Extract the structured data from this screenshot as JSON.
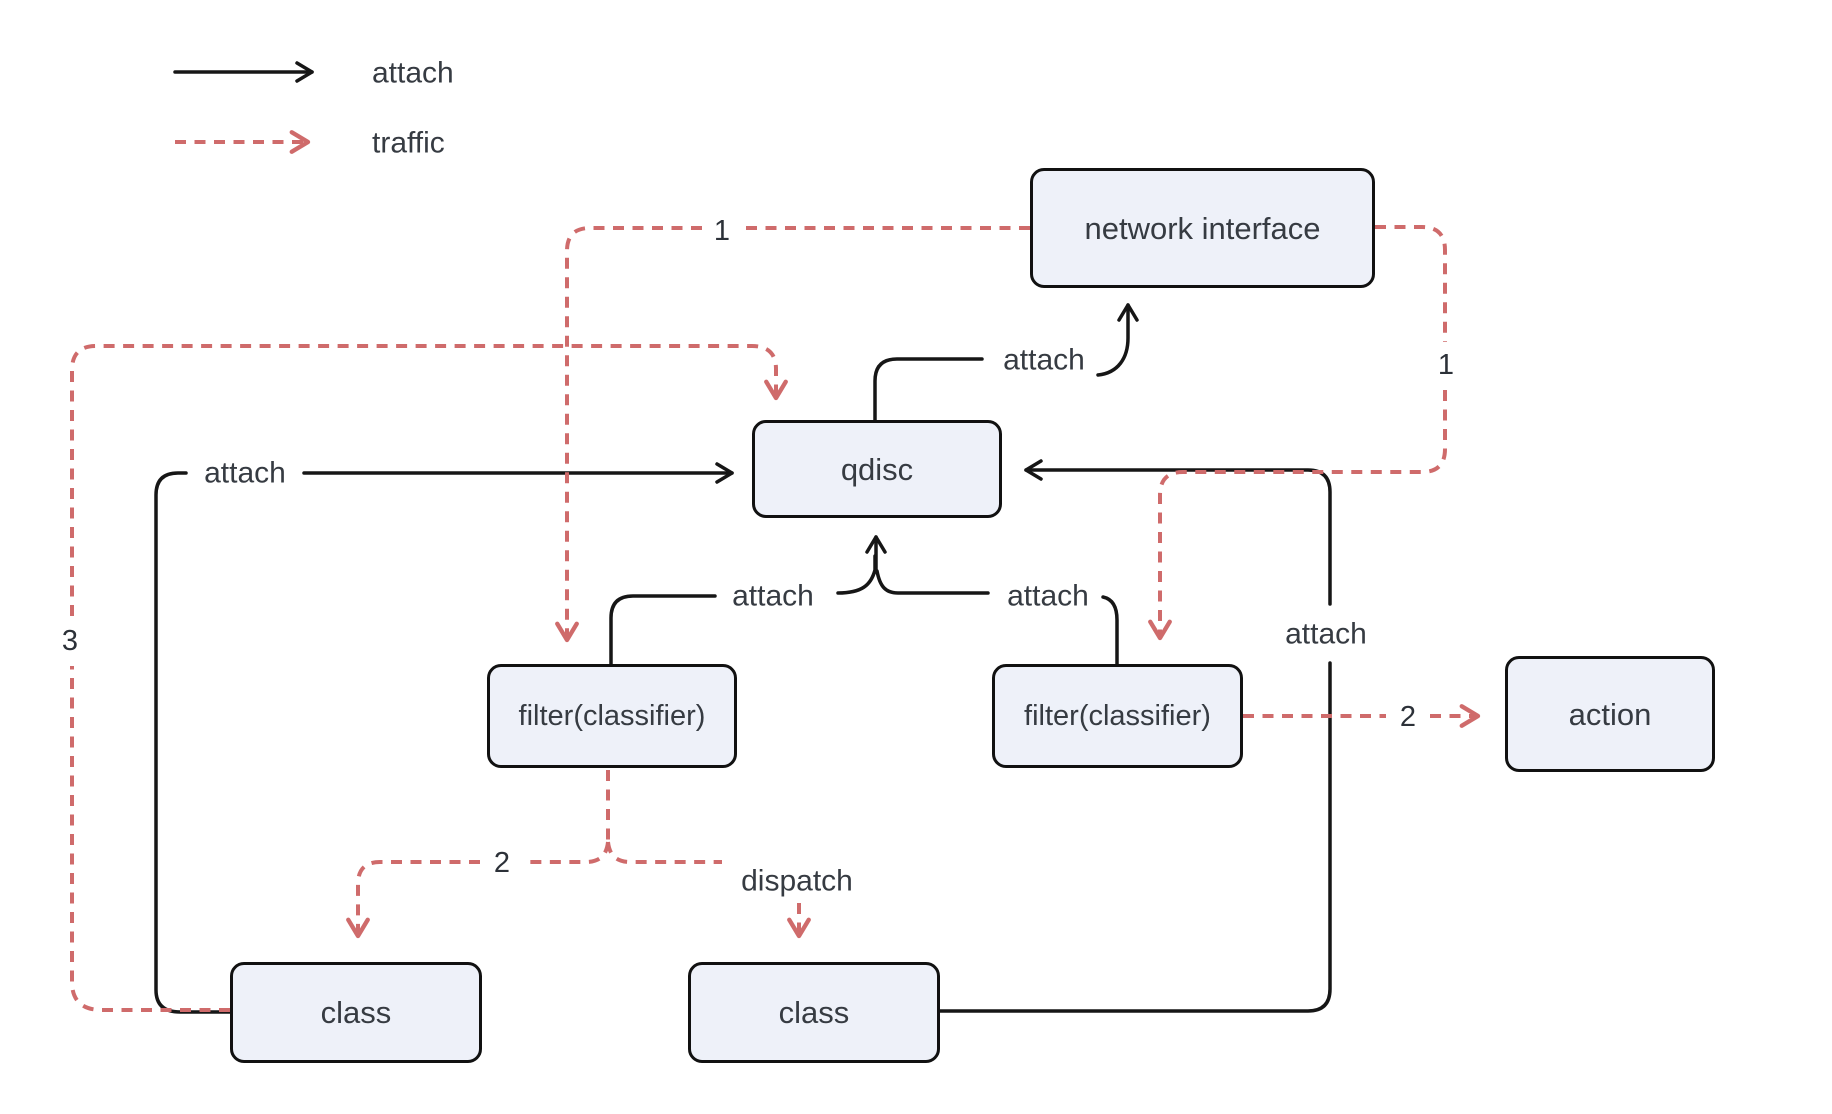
{
  "colors": {
    "traffic": "#cf6b6b",
    "attach": "#161616",
    "node-fill": "#eef1f9",
    "node-border": "#111111",
    "text": "#363b42"
  },
  "legend": {
    "attach": "attach",
    "traffic": "traffic"
  },
  "nodes": {
    "network_interface": {
      "label": "network interface"
    },
    "qdisc": {
      "label": "qdisc"
    },
    "filter_left": {
      "label": "filter(classifier)"
    },
    "filter_right": {
      "label": "filter(classifier)"
    },
    "action": {
      "label": "action"
    },
    "class_left": {
      "label": "class"
    },
    "class_center": {
      "label": "class"
    }
  },
  "edge_labels": {
    "attach_qdisc_to_interface": "attach",
    "attach_class_left_to_qdisc": "attach",
    "attach_filter_left_to_qdisc": "attach",
    "attach_filter_right_to_qdisc": "attach",
    "attach_class_center_to_qdisc": "attach",
    "dispatch": "dispatch",
    "traffic_step_1_left": "1",
    "traffic_step_1_right": "1",
    "traffic_step_2_to_action": "2",
    "traffic_step_2_to_class": "2",
    "traffic_step_3": "3"
  }
}
